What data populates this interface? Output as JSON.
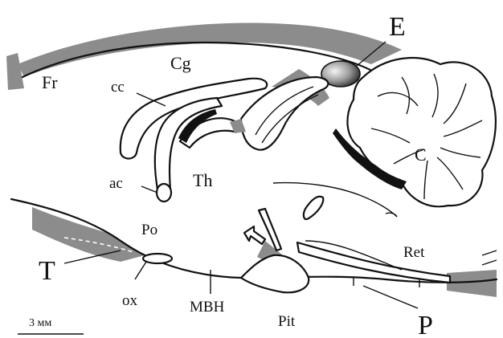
{
  "labels": {
    "fr": "Fr",
    "cg": "Cg",
    "cc": "cc",
    "e": "E",
    "c": "C",
    "ac": "ac",
    "th": "Th",
    "po": "Po",
    "t": "T",
    "ox": "ox",
    "mbh": "MBH",
    "pit": "Pit",
    "ret": "Ret",
    "p": "P"
  },
  "scale_bar": {
    "label": "3 мм"
  },
  "colors": {
    "shade": "#8c8c8c",
    "ink": "#111111",
    "background": "#ffffff"
  }
}
